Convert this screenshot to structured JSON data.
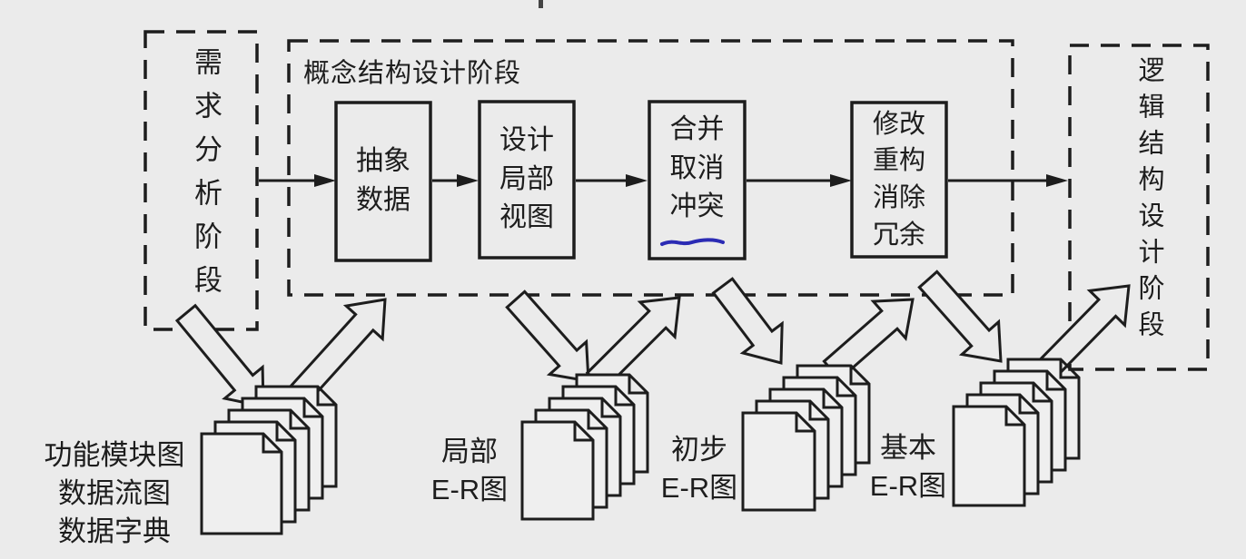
{
  "colors": {
    "background": "#ebebeb",
    "line": "#1d1d1d",
    "underline": "#2b2bb4",
    "page_fill": "#efefef"
  },
  "left_phase": {
    "label": "需求分析阶段"
  },
  "conceptual_phase": {
    "title": "概念结构设计阶段",
    "steps": [
      {
        "label": "抽象\n数据"
      },
      {
        "label": "设计\n局部\n视图"
      },
      {
        "label": "合并\n取消\n冲突"
      },
      {
        "label": "修改\n重构\n消除\n冗余"
      }
    ]
  },
  "right_phase": {
    "label": "逻辑结构设计阶段"
  },
  "artifacts": [
    {
      "label": "功能模块图\n数据流图\n数据字典"
    },
    {
      "label": "局部\nE-R图"
    },
    {
      "label": "初步\nE-R图"
    },
    {
      "label": "基本\nE-R图"
    }
  ]
}
